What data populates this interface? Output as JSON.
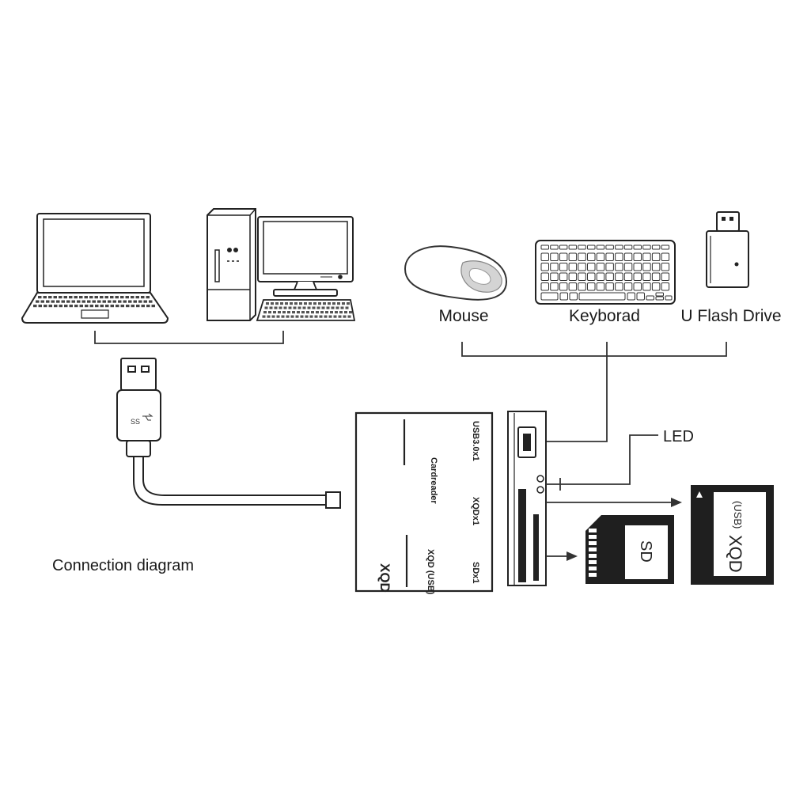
{
  "labels": {
    "mouse": "Mouse",
    "keyboard": "Keyborad",
    "flash_drive": "U Flash Drive",
    "led": "LED",
    "caption": "Connection diagram"
  },
  "reader": {
    "brand": "XQD",
    "model": "XQD (USB)",
    "name": "Cardreader",
    "port_usb": "USB3.0x1",
    "port_xqd": "XQDx1",
    "port_sd": "SDx1"
  },
  "usb_plug": {
    "logo": "SS"
  },
  "cards": {
    "sd": "SD",
    "xqd": "XQD",
    "xqd_sub": "(USB)"
  }
}
